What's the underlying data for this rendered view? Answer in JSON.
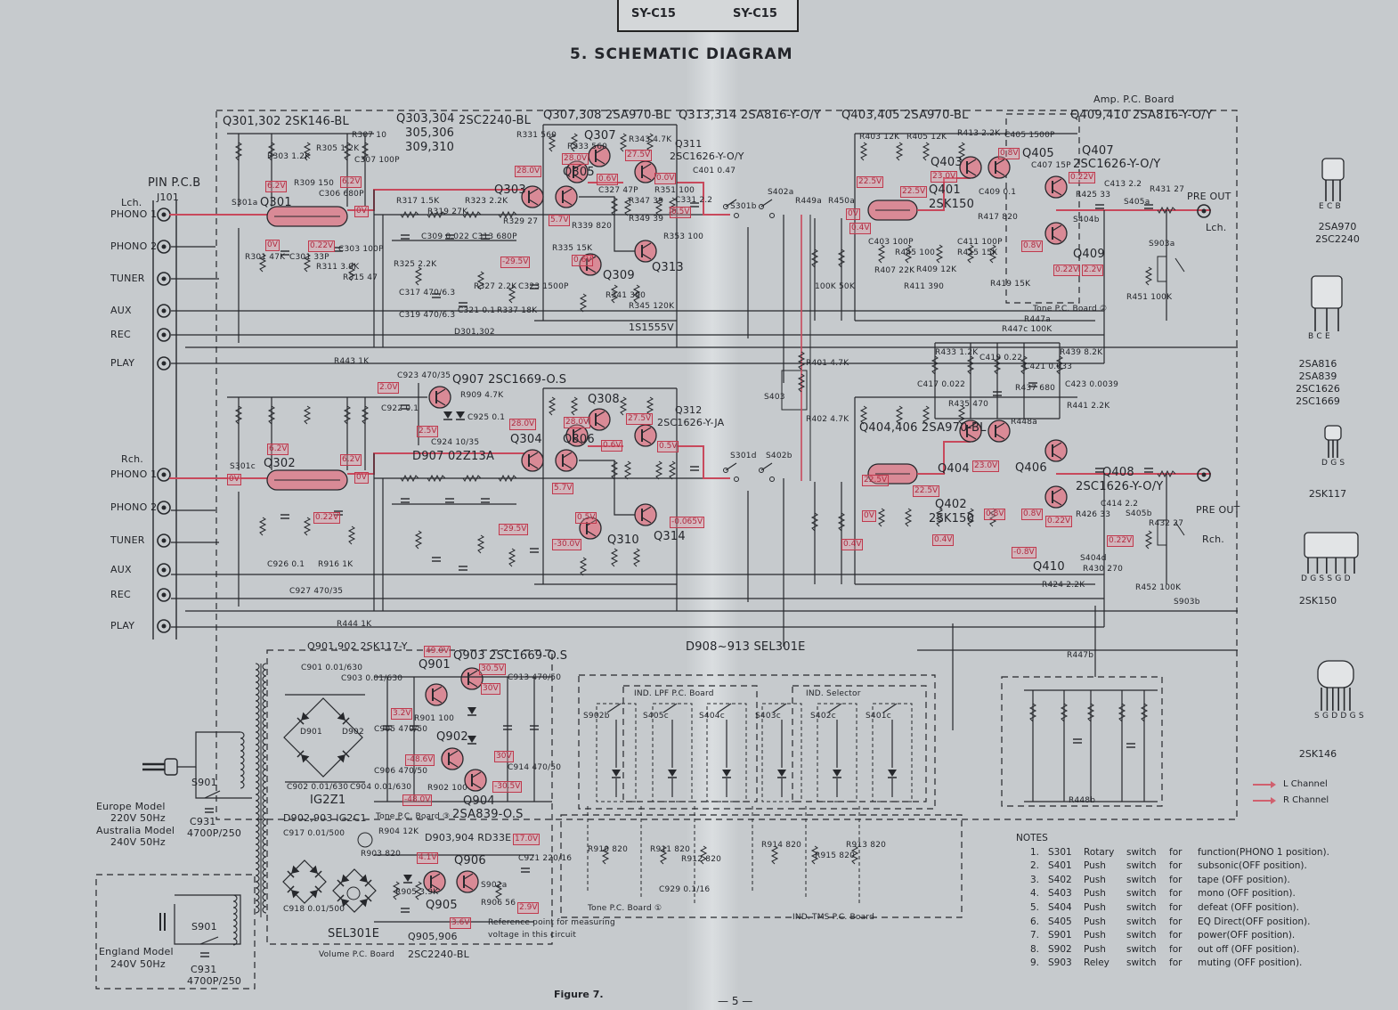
{
  "header": {
    "left_tag": "SY-C15",
    "right_tag": "SY-C15",
    "title": "5. SCHEMATIC DIAGRAM"
  },
  "inputs": {
    "pin_board": "PIN P.C.B",
    "jack": "J101",
    "lch": "Lch.",
    "rch": "Rch.",
    "lch_jacks": [
      "PHONO 1",
      "PHONO 2",
      "TUNER",
      "AUX",
      "REC",
      "PLAY"
    ],
    "rch_jacks": [
      "PHONO 1",
      "PHONO 2",
      "TUNER",
      "AUX",
      "REC",
      "PLAY"
    ]
  },
  "part_labels": [
    "Amp. P.C. Board",
    "Q301,302  2SK146-BL",
    "Q303,304",
    "305,306",
    "309,310",
    "2SC2240-BL",
    "Q307,308  2SA970-BL",
    "Q313,314  2SA816-Y-O/Y",
    "Q403,405  2SA970-BL",
    "Q409,410  2SA816-Y-O/Y",
    "Q311",
    "2SC1626-Y-O/Y",
    "Q407",
    "2SC1626-Y-O/Y",
    "Q401",
    "2SK150",
    "Q303",
    "Q305",
    "Q307",
    "Q309",
    "Q313",
    "Q301",
    "Q403",
    "Q405",
    "Q409",
    "Q907  2SC1669-O.S",
    "Q308",
    "Q312",
    "2SC1626-Y-JA",
    "Q304",
    "Q306",
    "D907  02Z13A",
    "Q302",
    "Q310",
    "Q314",
    "Q404,406  2SA970-BL",
    "Q404",
    "Q406",
    "Q408",
    "2SC1626-Y-O/Y",
    "Q402",
    "2SK150",
    "Q410",
    "D301,302",
    "1S1555V",
    "PRE OUT",
    "Lch.",
    "PRE OUT",
    "Rch.",
    "Tone P.C. Board ②",
    "Q901,902  2SK117-Y",
    "Q901",
    "Q903  2SC1669-O.S",
    "Q902",
    "Q904",
    "2SA839-O.S",
    "D901",
    "D902",
    "IG2Z1",
    "D902,903  IG2C1",
    "Tone P.C. Board ③",
    "D903,904  RD33E",
    "Q905",
    "Q906",
    "SEL301E",
    "Volume P.C. Board",
    "Q905,906",
    "2SC2240-BL",
    "Reference point for measuring",
    "voltage in this circuit",
    "D908~913  SEL301E",
    "IND. LPF P.C. Board",
    "IND. Selector",
    "Tone P.C. Board ①",
    "IND.",
    "TMS P.C. Board",
    "S301a",
    "S301b",
    "S402a",
    "S402b",
    "S301c",
    "S301d",
    "S403",
    "S405a",
    "S405b",
    "S404b",
    "S404d",
    "S903a",
    "S903b",
    "S902b",
    "S405c",
    "S404c",
    "S403c",
    "S402c",
    "S401c",
    "S902a",
    "R447a",
    "R447b",
    "R448a",
    "R448b"
  ],
  "component_labels": [
    "R303 1.2K",
    "R305 1.2K",
    "R307 10",
    "C307 100P",
    "R309 150",
    "C306 680P",
    "R301 47K",
    "C301 33P",
    "R311 3.9K",
    "R315 47",
    "C303 100P",
    "R317 1.5K",
    "R319 27K",
    "R323 2.2K",
    "C313 680P",
    "C309 0.022",
    "R329 27",
    "R325 2.2K",
    "R327 2.2K",
    "C317 470/6.3",
    "C319 470/6.3",
    "C321 0.1",
    "R337 18K",
    "C323 1500P",
    "R331 560",
    "R333 560",
    "R343 4.7K",
    "C327 47P",
    "R347 39",
    "R349 39",
    "R339 820",
    "R335 15K",
    "R341 390",
    "R345 120K",
    "R351 100",
    "R353 100",
    "C331 2.2",
    "C401 0.47",
    "R403 12K",
    "R405 12K",
    "R413 2.2K",
    "C405 1500P",
    "C407 15P",
    "R425 33",
    "C413 2.2",
    "R431 27",
    "R449a",
    "R450a",
    "100K",
    "50K",
    "R407 22K",
    "C403 100P",
    "R445 100",
    "R409 12K",
    "R411 390",
    "R415 15K",
    "C411 100P",
    "R417 820",
    "C409 0.1",
    "R419 15K",
    "R451 100K",
    "R433 1.2K",
    "C417 0.022",
    "C419 0.22",
    "C421 0.033",
    "R439 8.2K",
    "R437 680",
    "C423 0.0039",
    "R435 470",
    "R441 2.2K",
    "R447c 100K",
    "R443 1K",
    "R444 1K",
    "R401 4.7K",
    "R402 4.7K",
    "R452 100K",
    "R432 27",
    "C414 2.2",
    "R426 33",
    "R424 2.2K",
    "R430 270",
    "C901 0.01/630",
    "C903 0.01/630",
    "C902 0.01/630",
    "C904 0.01/630",
    "C905 470/50",
    "C906 470/50",
    "C913 470/50",
    "C914 470/50",
    "R901 100",
    "R902 100",
    "C917 0.01/500",
    "C918 0.01/500",
    "R903 820",
    "R904 12K",
    "R905 3.9K",
    "R906 56",
    "C921 220/16",
    "R910 820",
    "R911 820",
    "R912 820",
    "R913 820",
    "R914 820",
    "R915 820",
    "C929 0.1/16",
    "R916 1K",
    "C926 0.1",
    "C927 470/35",
    "C923 470/35",
    "C924 10/35",
    "R909 4.7K",
    "C922 0.1",
    "C925 0.1"
  ],
  "voltages": [
    "28.0V",
    "28.0V",
    "27.5V",
    "0.6V",
    "0.0V",
    "6.2V",
    "6.2V",
    "0V",
    "0V",
    "0.22V",
    "5.7V",
    "0.6V",
    "-29.5V",
    "0.5V",
    "22.5V",
    "22.5V",
    "23.0V",
    "0.8V",
    "0.22V",
    "0V",
    "0.4V",
    "0.8V",
    "0.22V",
    "2.2V",
    "2.0V",
    "2.5V",
    "28.0V",
    "28.0V",
    "27.5V",
    "0.6V",
    "0.5V",
    "6.2V",
    "6.2V",
    "0V",
    "0V",
    "0.22V",
    "5.7V",
    "0.5V",
    "-29.5V",
    "-30.0V",
    "-0.065V",
    "22.5V",
    "22.5V",
    "23.0V",
    "0.8V",
    "0.8V",
    "0.22V",
    "0.22V",
    "0V",
    "0.4V",
    "0.4V",
    "-0.8V",
    "49.0V",
    "30.5V",
    "30V",
    "3.2V",
    "30V",
    "-48.6V",
    "-48.0V",
    "-30.5V",
    "17.0V",
    "4.1V",
    "2.9V",
    "3.6V"
  ],
  "power": {
    "europe_model": "Europe Model",
    "europe_voltage": "220V 50Hz",
    "australia_model": "Australia Model",
    "australia_voltage": "240V 50Hz",
    "england_model": "England Model",
    "england_voltage": "240V 50Hz",
    "switch": "S901",
    "cap": "C931",
    "cap_value": "4700P/250"
  },
  "notes": {
    "title": "NOTES",
    "items": [
      {
        "num": "1.",
        "sw": "S301",
        "type": "Rotary",
        "for": "for",
        "text": "function(PHONO 1 position)."
      },
      {
        "num": "2.",
        "sw": "S401",
        "type": "Push",
        "for": "for",
        "text": "subsonic(OFF position)."
      },
      {
        "num": "3.",
        "sw": "S402",
        "type": "Push",
        "for": "for",
        "text": "tape (OFF position)."
      },
      {
        "num": "4.",
        "sw": "S403",
        "type": "Push",
        "for": "for",
        "text": "mono (OFF position)."
      },
      {
        "num": "5.",
        "sw": "S404",
        "type": "Push",
        "for": "for",
        "text": "defeat (OFF position)."
      },
      {
        "num": "6.",
        "sw": "S405",
        "type": "Push",
        "for": "for",
        "text": "EQ Direct(OFF position)."
      },
      {
        "num": "7.",
        "sw": "S901",
        "type": "Push",
        "for": "for",
        "text": "power(OFF position)."
      },
      {
        "num": "8.",
        "sw": "S902",
        "type": "Push",
        "for": "for",
        "text": "out off (OFF position)."
      },
      {
        "num": "9.",
        "sw": "S903",
        "type": "Reley",
        "for": "for",
        "text": "muting (OFF position)."
      }
    ],
    "switch_word": "switch"
  },
  "packages": [
    {
      "pins": "E C B",
      "names": "2SA970\n2SC2240"
    },
    {
      "pins": "B C E",
      "names": "2SA816\n2SA839\n2SC1626\n2SC1669"
    },
    {
      "pins": "D G S",
      "names": "2SK117"
    },
    {
      "pins": "D G S  S G D",
      "names": "2SK150"
    },
    {
      "pins": "S G  D  D G S",
      "names": "2SK146"
    }
  ],
  "legend": {
    "l_channel": "L  Channel",
    "r_channel": "R  Channel"
  },
  "footer": {
    "figure": "Figure 7.",
    "page": "— 5 —"
  },
  "colors": {
    "wire": "#26282c",
    "signal": "#c8495c",
    "device_fill": "#d98a96",
    "paper": "#c6cacd"
  }
}
